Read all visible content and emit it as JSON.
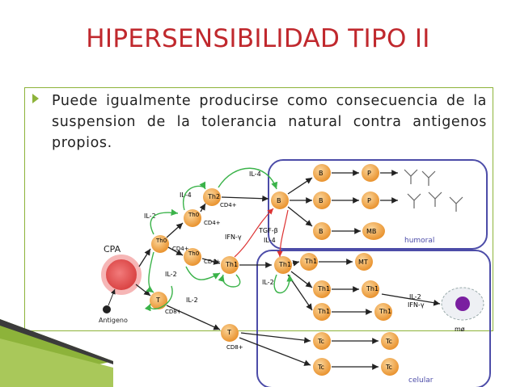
{
  "title": "HIPERSENSIBILIDAD TIPO II",
  "bullet": {
    "icon": "triangle-right-icon",
    "text": "Puede igualmente producirse como consecuencia de la suspension de la tolerancia natural contra antigenos propios."
  },
  "colors": {
    "title": "#c0282d",
    "accent": "#8db33a",
    "cell": "#f3a24a",
    "box": "#4c4ca8"
  },
  "diagram": {
    "cpa": "CPA",
    "antigeno": "Antigeno",
    "th0": "Th0",
    "cd4": "CD4+",
    "th2": "Th2",
    "th1": "Th1",
    "t": "T",
    "cd8": "CD8+",
    "il2": "IL-2",
    "il4": "IL-4",
    "ifn": "IFN-γ",
    "tgf": "TGF-β",
    "b": "B",
    "p": "P",
    "mb": "MB",
    "mt": "MT",
    "tc": "Tc",
    "humoral": "humoral",
    "celular": "celular",
    "il2ifn_a": "IL-2",
    "il2ifn_b": "IFN-γ",
    "mo": "mø"
  }
}
